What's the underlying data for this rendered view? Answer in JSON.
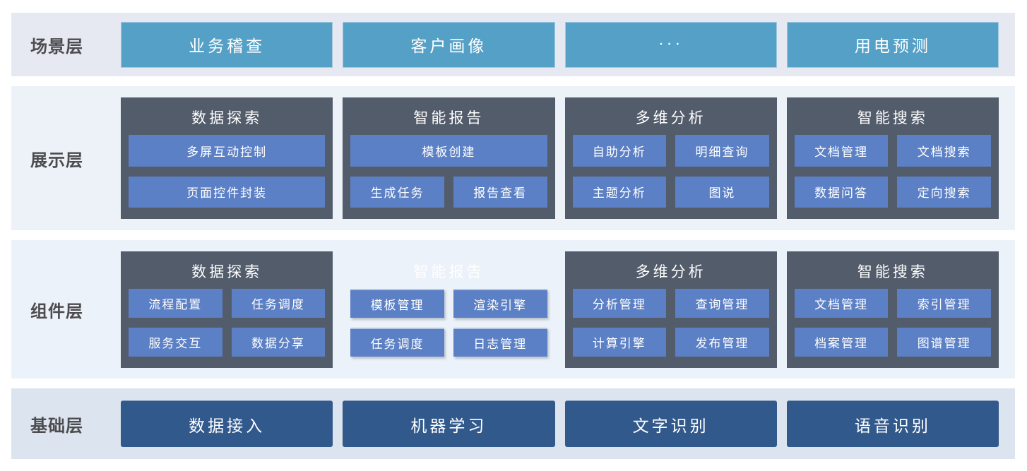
{
  "colors": {
    "scenario_box": "#55a0c6",
    "group_panel": "#535c6b",
    "module_box": "#5c80c5",
    "foundation_box": "#32598c",
    "box_text": "#ffffff",
    "label_text": "#4c4c4f",
    "band_scenario_bg": "#e6e9f2",
    "band_presentation_bg": "#edf2f9",
    "band_component_bg": "#ecf2f9",
    "band_foundation_bg": "#dce4ef"
  },
  "layers": [
    {
      "id": "scenario",
      "label": "场景层",
      "type": "simple",
      "boxes": [
        "业务稽查",
        "客户画像",
        "···",
        "用电预测"
      ]
    },
    {
      "id": "presentation",
      "label": "展示层",
      "type": "groups",
      "groups": [
        {
          "title": "数据探索",
          "rows": [
            [
              "多屏互动控制"
            ],
            [
              "页面控件封装"
            ]
          ]
        },
        {
          "title": "智能报告",
          "rows": [
            [
              "模板创建"
            ],
            [
              "生成任务",
              "报告查看"
            ]
          ]
        },
        {
          "title": "多维分析",
          "rows": [
            [
              "自助分析",
              "明细查询"
            ],
            [
              "主题分析",
              "图说"
            ]
          ]
        },
        {
          "title": "智能搜索",
          "rows": [
            [
              "文档管理",
              "文档搜索"
            ],
            [
              "数据问答",
              "定向搜索"
            ]
          ]
        }
      ]
    },
    {
      "id": "component",
      "label": "组件层",
      "type": "groups",
      "groups": [
        {
          "title": "数据探索",
          "rows": [
            [
              "流程配置",
              "任务调度"
            ],
            [
              "服务交互",
              "数据分享"
            ]
          ]
        },
        {
          "title": "智能报告",
          "transparent": true,
          "rows": [
            [
              "模板管理",
              "渲染引擎"
            ],
            [
              "任务调度",
              "日志管理"
            ]
          ]
        },
        {
          "title": "多维分析",
          "rows": [
            [
              "分析管理",
              "查询管理"
            ],
            [
              "计算引擎",
              "发布管理"
            ]
          ]
        },
        {
          "title": "智能搜索",
          "rows": [
            [
              "文档管理",
              "索引管理"
            ],
            [
              "档案管理",
              "图谱管理"
            ]
          ]
        }
      ]
    },
    {
      "id": "foundation",
      "label": "基础层",
      "type": "simple",
      "boxes": [
        "数据接入",
        "机器学习",
        "文字识别",
        "语音识别"
      ]
    }
  ]
}
